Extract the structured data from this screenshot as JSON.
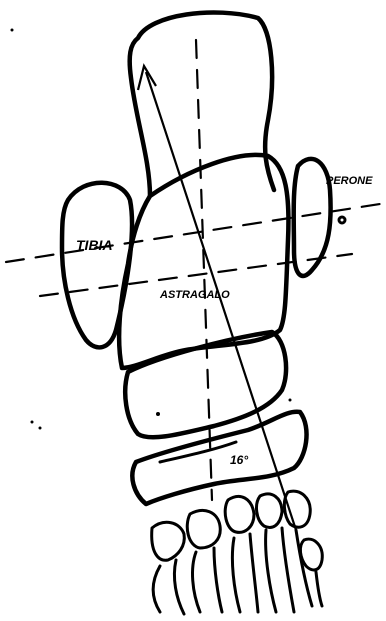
{
  "labels": {
    "tibia": "TIBIA",
    "perone": "PERONE",
    "astragalo": "ASTRAGALO",
    "angle": "16°"
  },
  "colors": {
    "ink": "#000000",
    "paper": "#ffffff"
  }
}
